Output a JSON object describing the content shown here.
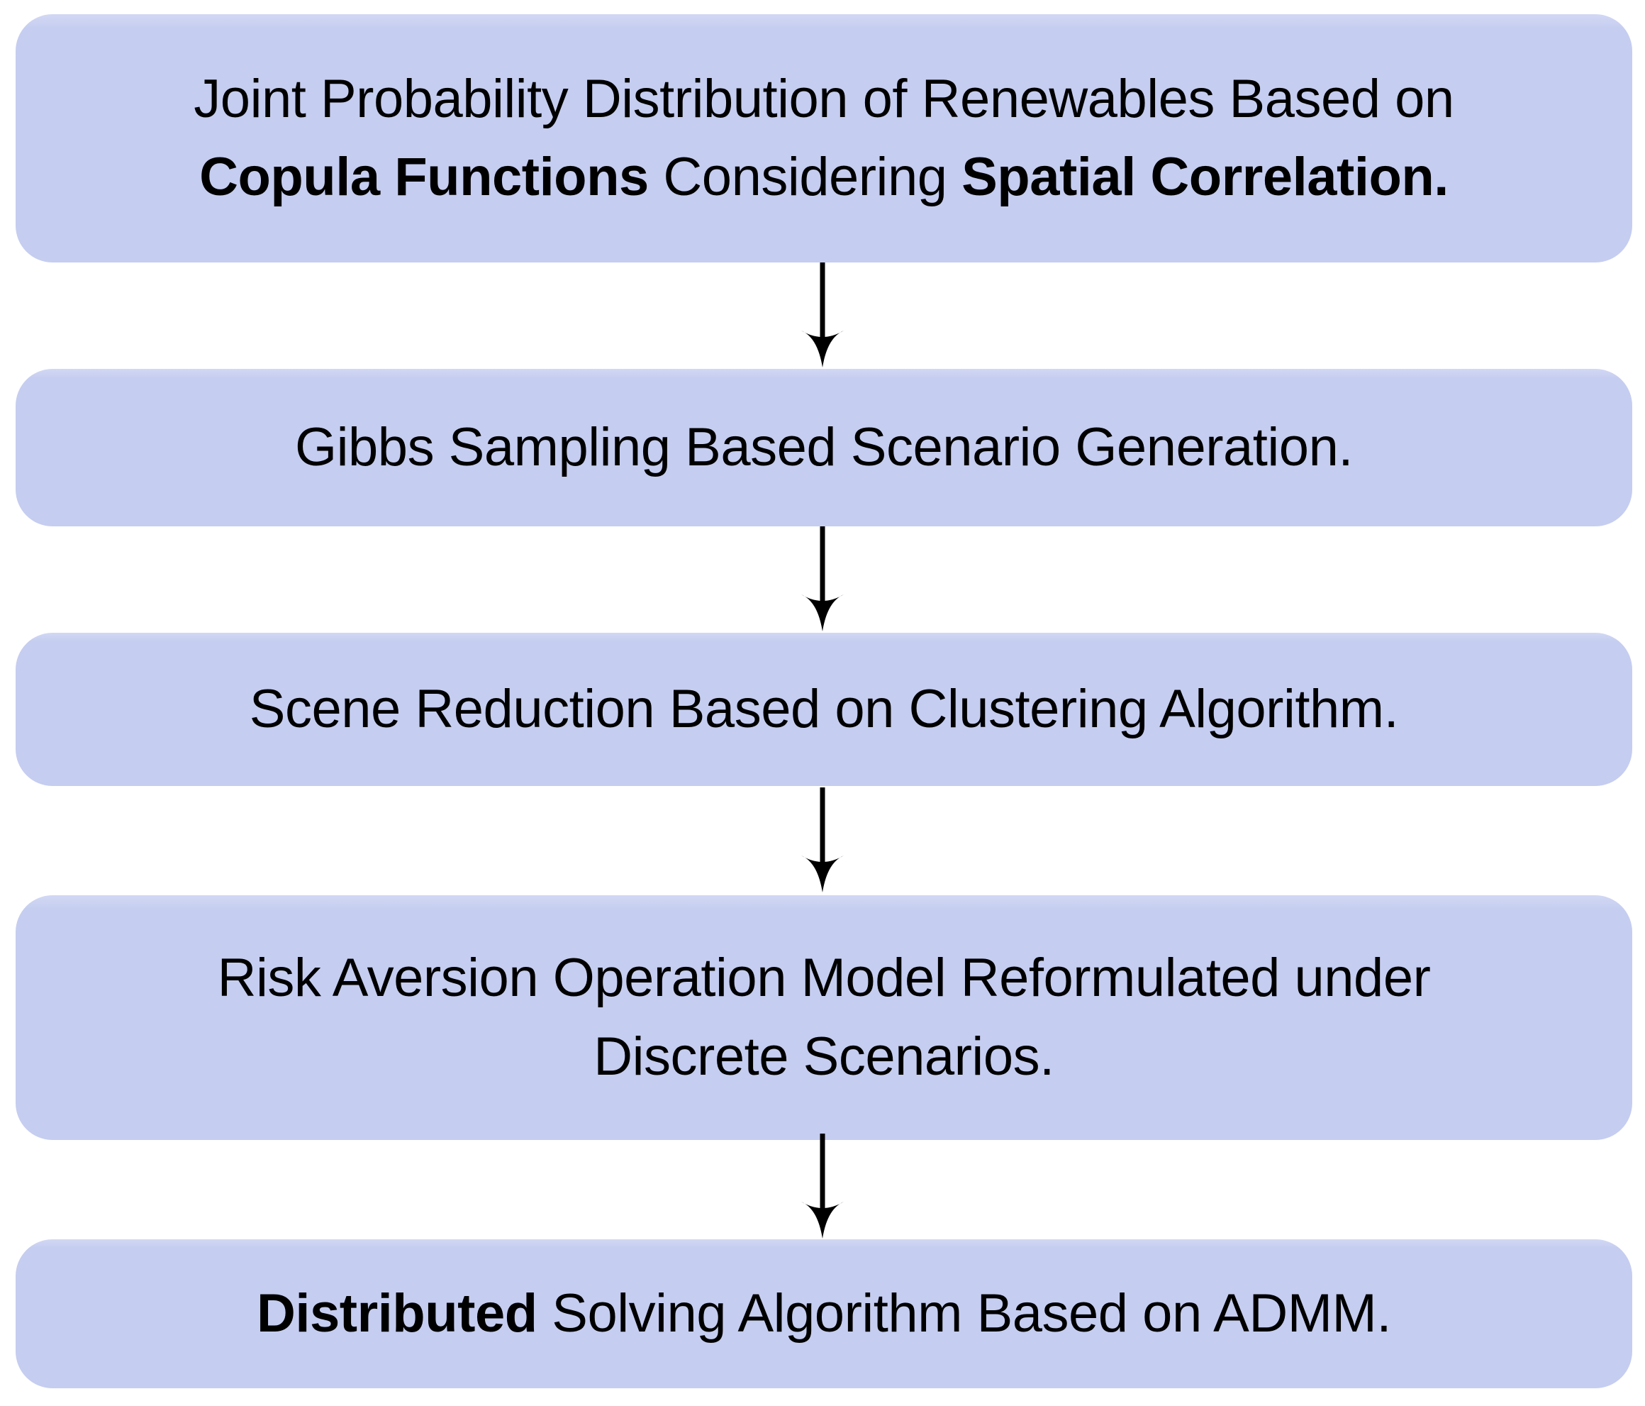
{
  "flowchart": {
    "title": "Methodology flowchart",
    "colors": {
      "box_fill": "#c5cdf0",
      "box_fill_top_highlight": "#d2d8f4",
      "text": "#000000",
      "arrow": "#000000",
      "background": "#ffffff"
    },
    "boxes": [
      {
        "id": "joint-distribution",
        "lines": [
          {
            "segments": [
              {
                "text": "Joint Probability Distribution of Renewables Based on",
                "bold": false
              }
            ]
          },
          {
            "segments": [
              {
                "text": "Copula Functions",
                "bold": true
              },
              {
                "text": " Considering ",
                "bold": false
              },
              {
                "text": "Spatial Correlation.",
                "bold": true
              }
            ]
          }
        ]
      },
      {
        "id": "gibbs-sampling",
        "lines": [
          {
            "segments": [
              {
                "text": "Gibbs Sampling Based Scenario Generation.",
                "bold": false
              }
            ]
          }
        ]
      },
      {
        "id": "scene-reduction",
        "lines": [
          {
            "segments": [
              {
                "text": "Scene Reduction Based on Clustering Algorithm.",
                "bold": false
              }
            ]
          }
        ]
      },
      {
        "id": "risk-aversion-model",
        "lines": [
          {
            "segments": [
              {
                "text": "Risk Aversion Operation Model Reformulated under",
                "bold": false
              }
            ]
          },
          {
            "segments": [
              {
                "text": "Discrete Scenarios.",
                "bold": false
              }
            ]
          }
        ]
      },
      {
        "id": "distributed-admm",
        "lines": [
          {
            "segments": [
              {
                "text": "Distributed",
                "bold": true
              },
              {
                "text": " Solving Algorithm Based on ADMM.",
                "bold": false
              }
            ]
          }
        ]
      }
    ]
  }
}
